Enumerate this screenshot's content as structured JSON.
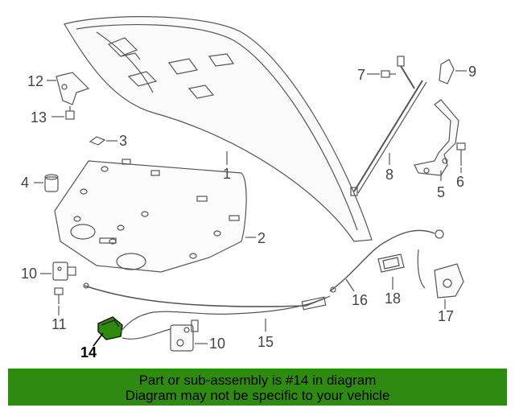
{
  "callouts": [
    {
      "id": "1",
      "label": "1"
    },
    {
      "id": "2",
      "label": "2"
    },
    {
      "id": "3",
      "label": "3"
    },
    {
      "id": "4",
      "label": "4"
    },
    {
      "id": "5",
      "label": "5"
    },
    {
      "id": "6",
      "label": "6"
    },
    {
      "id": "7",
      "label": "7"
    },
    {
      "id": "8",
      "label": "8"
    },
    {
      "id": "9",
      "label": "9"
    },
    {
      "id": "10a",
      "label": "10"
    },
    {
      "id": "10b",
      "label": "10"
    },
    {
      "id": "11",
      "label": "11"
    },
    {
      "id": "12",
      "label": "12"
    },
    {
      "id": "13",
      "label": "13"
    },
    {
      "id": "14",
      "label": "14"
    },
    {
      "id": "15",
      "label": "15"
    },
    {
      "id": "16",
      "label": "16"
    },
    {
      "id": "17",
      "label": "17"
    },
    {
      "id": "18",
      "label": "18"
    }
  ],
  "highlighted_part": "14",
  "highlight_color": "#2f8a12",
  "banner": {
    "line1": "Part or sub-assembly is #14 in diagram",
    "line2": "Diagram may not be specific to your vehicle",
    "background": "#2f8a12"
  }
}
